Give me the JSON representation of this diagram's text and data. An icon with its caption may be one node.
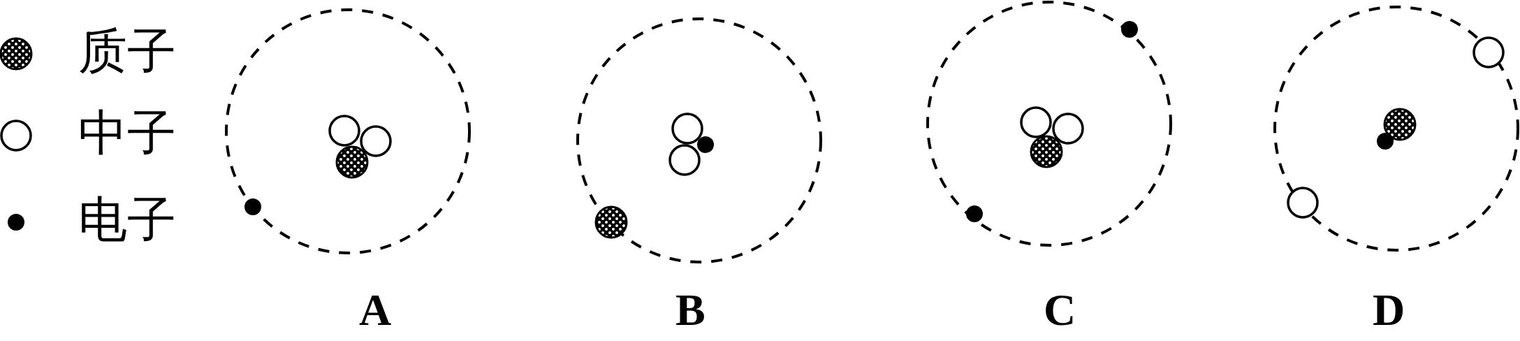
{
  "diagram": {
    "labels": [
      "A",
      "B",
      "C",
      "D"
    ],
    "legend": [
      {
        "text": "质子"
      },
      {
        "text": "中子"
      },
      {
        "text": "电子"
      }
    ]
  }
}
